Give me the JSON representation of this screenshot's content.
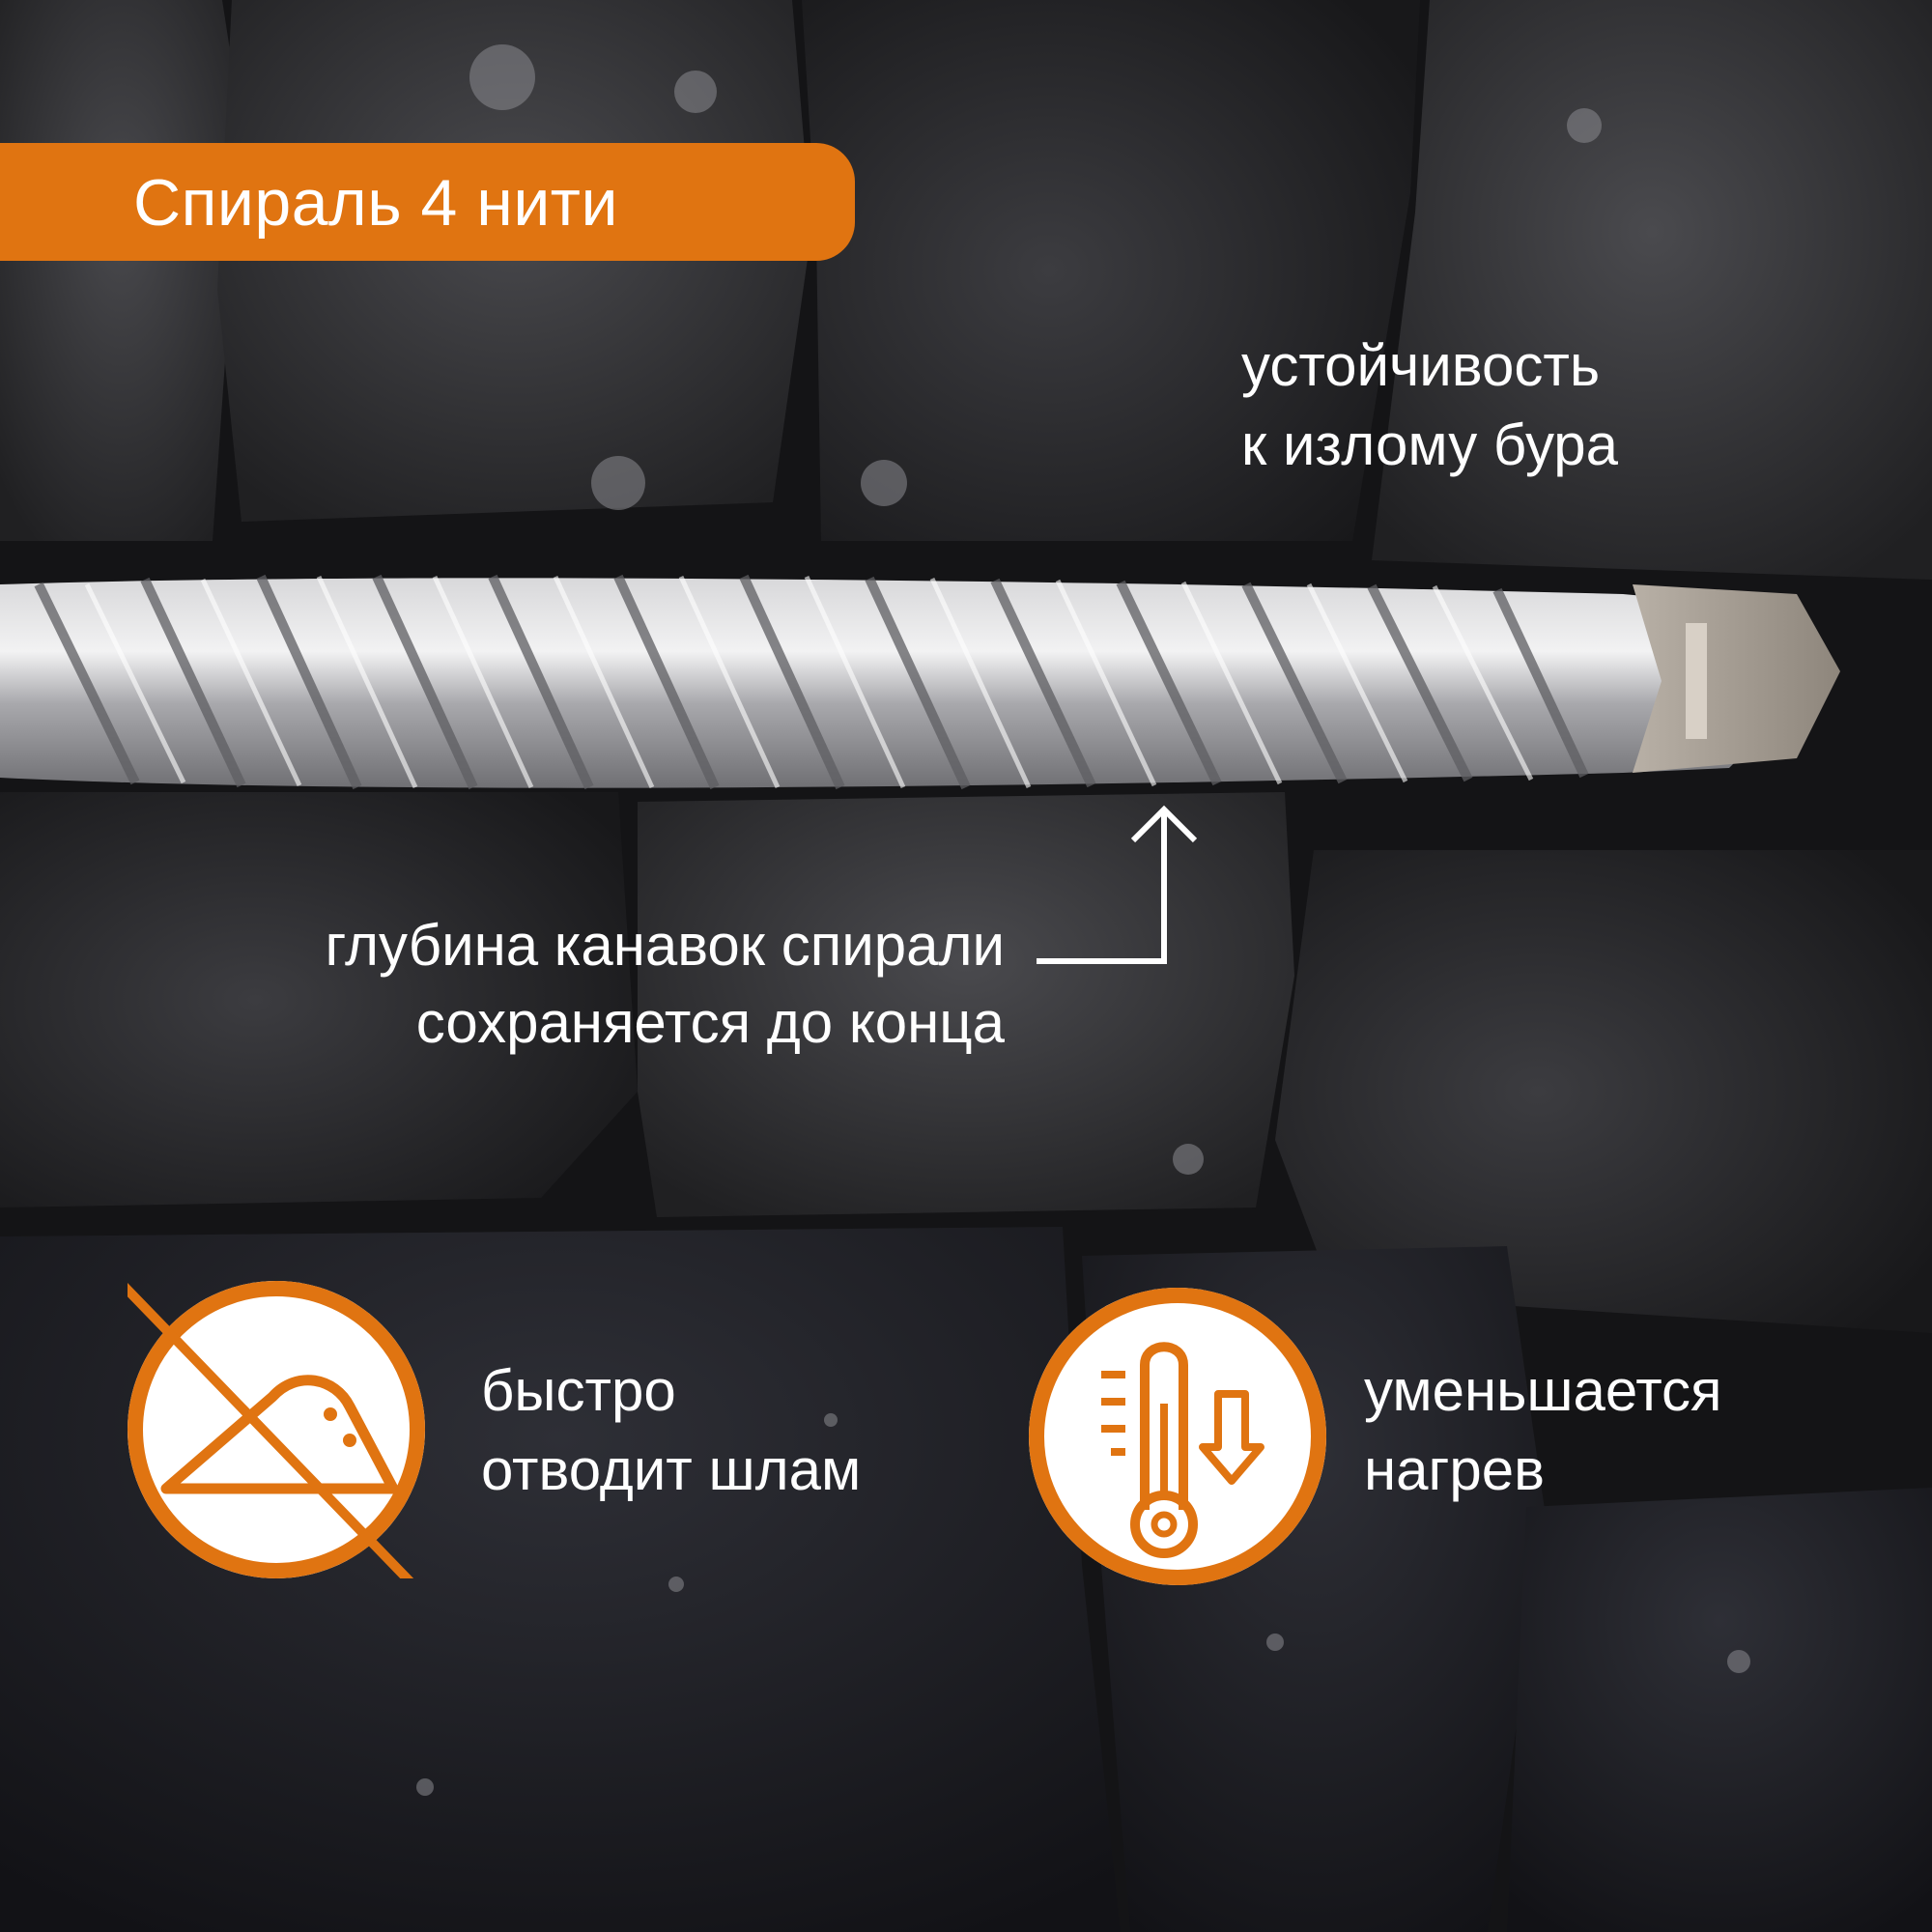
{
  "title": "Спираль 4 нити",
  "callouts": {
    "break_resistance": [
      "устойчивость",
      "к излому бура"
    ],
    "groove_depth": [
      "глубина канавок спирали",
      "сохраняется до конца"
    ]
  },
  "features": [
    {
      "icon": "dust-removal-icon",
      "lines": [
        "быстро",
        "отводит шлам"
      ]
    },
    {
      "icon": "thermometer-down-icon",
      "lines": [
        "уменьшается",
        "нагрев"
      ]
    }
  ],
  "colors": {
    "accent": "#e07411",
    "text": "#ffffff",
    "background": "#1c1c1e"
  }
}
